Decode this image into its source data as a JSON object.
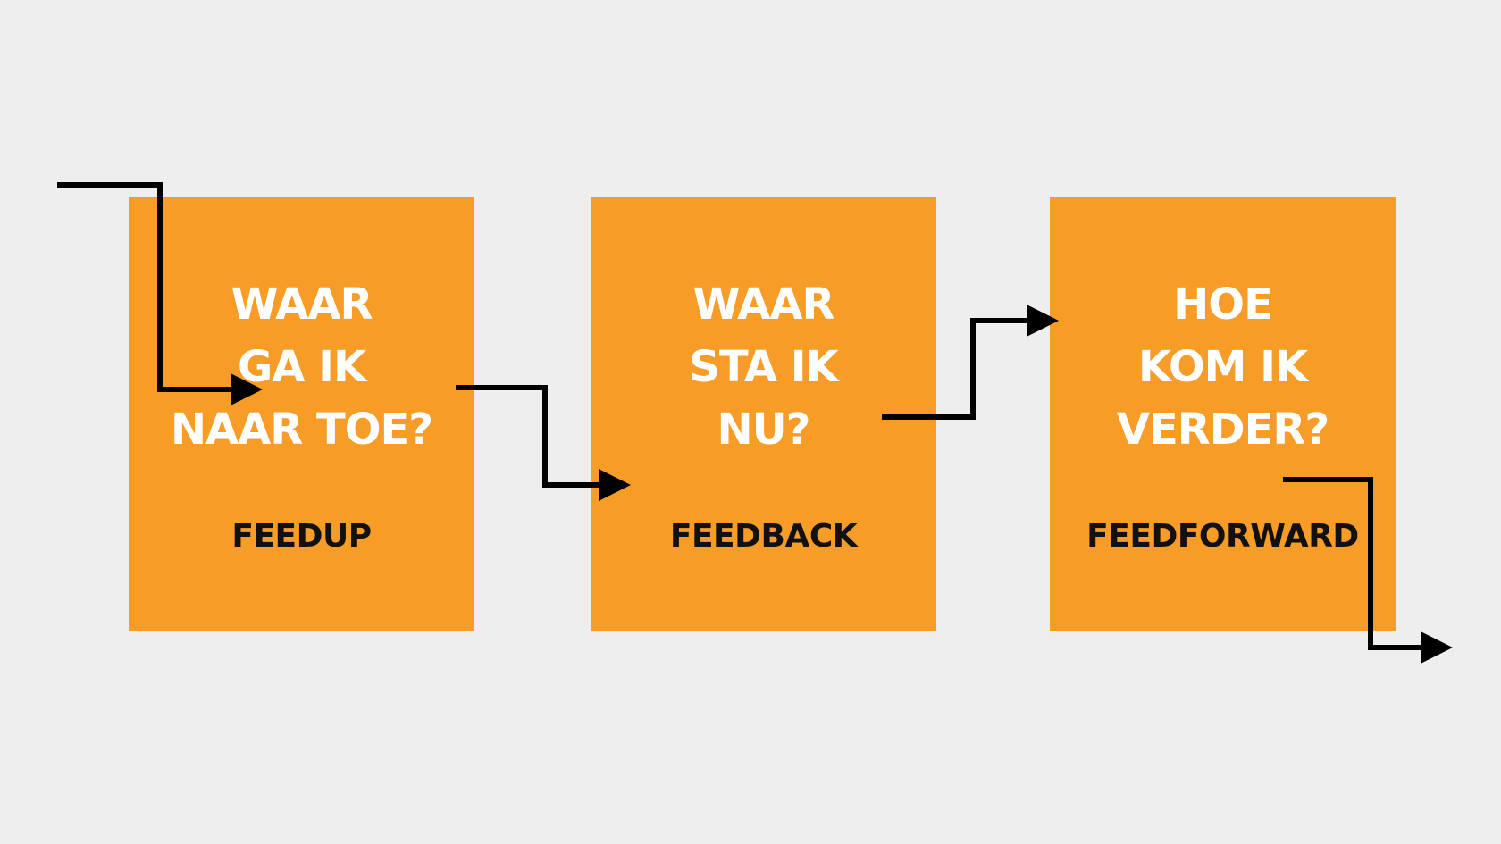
{
  "colors": {
    "background": "#eeeeee",
    "box_fill": "#f89c28",
    "question_text": "#ffffff",
    "label_text": "#111111",
    "arrow": "#000000"
  },
  "boxes": [
    {
      "question_lines": [
        "WAAR",
        "GA IK",
        "NAAR TOE?"
      ],
      "label": "FEEDUP"
    },
    {
      "question_lines": [
        "WAAR",
        "STA IK",
        "NU?"
      ],
      "label": "FEEDBACK"
    },
    {
      "question_lines": [
        "HOE",
        "KOM IK",
        "VERDER?"
      ],
      "label": "FEEDFORWARD"
    }
  ]
}
